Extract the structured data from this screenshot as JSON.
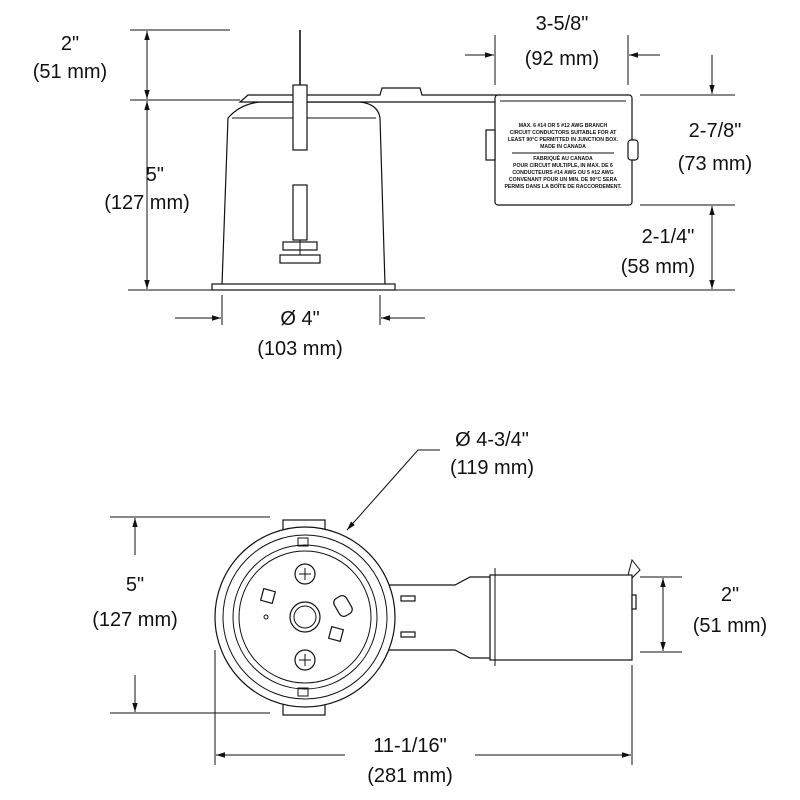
{
  "side_view": {
    "flange_height": {
      "in": "2\"",
      "mm": "(51 mm)"
    },
    "housing_height": {
      "in": "5\"",
      "mm": "(127 mm)"
    },
    "aperture_diameter": {
      "in": "Ø 4\"",
      "mm": "(103 mm)"
    },
    "box_width": {
      "in": "3-5/8\"",
      "mm": "(92 mm)"
    },
    "box_height": {
      "in": "2-7/8\"",
      "mm": "(73 mm)"
    },
    "box_elevation": {
      "in": "2-1/4\"",
      "mm": "(58 mm)"
    },
    "junction_box_label": {
      "english": [
        "MAX. 6 #14 OR 5 #12 AWG BRANCH",
        "CIRCUIT CONDUCTORS SUITABLE FOR AT",
        "LEAST 90°C PERMITTED IN JUNCTION BOX.",
        "MADE IN CANADA"
      ],
      "french": [
        "FABRIQUÉ AU CANADA",
        "POUR CIRCUIT MULTIPLE, IN MAX. DE 6",
        "CONDUCTEURS #14 AWG OU 5 #12 AWG",
        "CONVENANT POUR UN MIN. DE 90°C SERA",
        "PERMIS DANS LA BOÎTE DE RACCORDEMENT."
      ]
    }
  },
  "top_view": {
    "housing_diameter": {
      "in": "Ø 4-3/4\"",
      "mm": "(119 mm)"
    },
    "overall_depth": {
      "in": "5\"",
      "mm": "(127 mm)"
    },
    "box_width": {
      "in": "2\"",
      "mm": "(51 mm)"
    },
    "overall_length": {
      "in": "11-1/16\"",
      "mm": "(281 mm)"
    }
  }
}
